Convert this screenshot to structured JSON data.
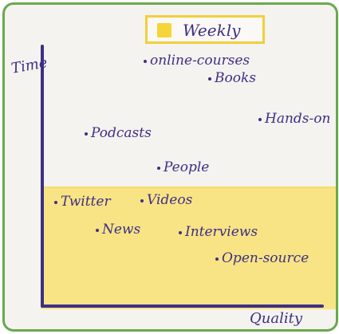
{
  "legend": {
    "label": "Weekly",
    "swatch_color": "#f7d437"
  },
  "axes": {
    "y_label": "Time",
    "x_label": "Quality",
    "color": "#3e2f84"
  },
  "items": [
    {
      "label": "online-courses"
    },
    {
      "label": "Books"
    },
    {
      "label": "Hands-on"
    },
    {
      "label": "Podcasts"
    },
    {
      "label": "People"
    },
    {
      "label": "Twitter"
    },
    {
      "label": "Videos"
    },
    {
      "label": "News"
    },
    {
      "label": "Interviews"
    },
    {
      "label": "Open-source"
    }
  ]
}
